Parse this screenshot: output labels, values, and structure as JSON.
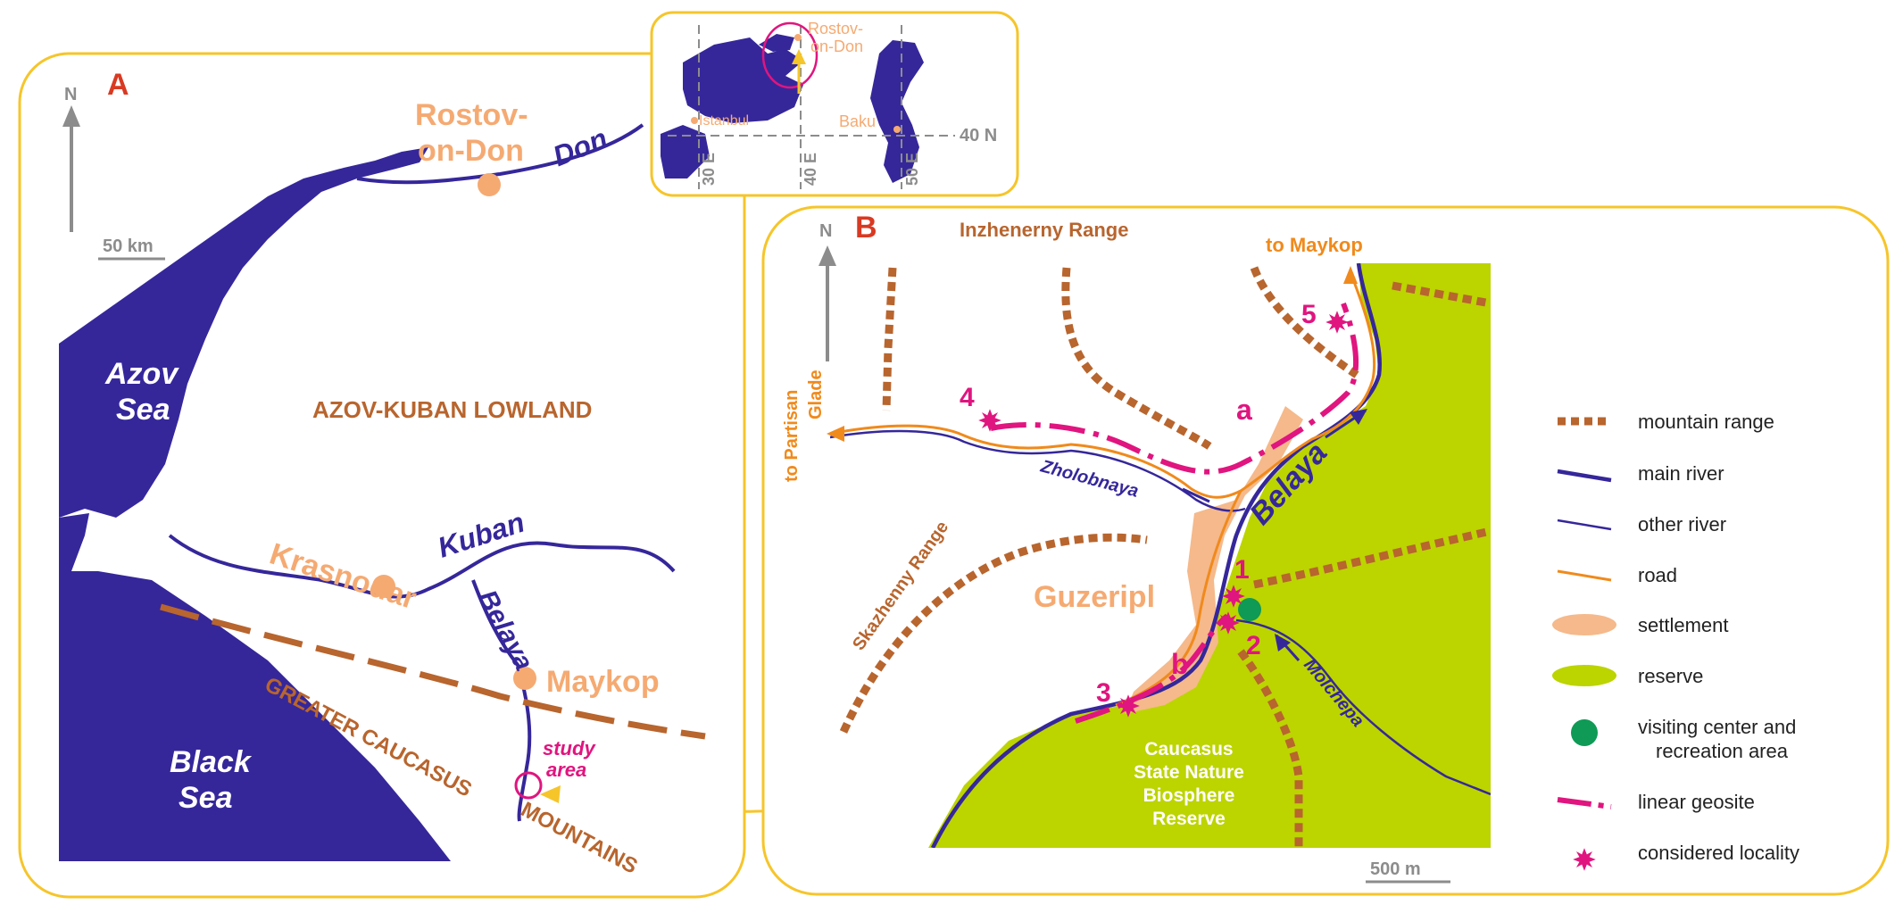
{
  "panel_a": {
    "letter": "A",
    "north": "N",
    "scale": "50 km",
    "cities": [
      "Rostov-",
      "on-Don",
      "Krasnodar",
      "Maykop"
    ],
    "rivers": [
      "Don",
      "Kuban",
      "Belaya"
    ],
    "seas": [
      "Azov",
      "Sea",
      "Black",
      "Sea"
    ],
    "lowland": "AZOV-KUBAN LOWLAND",
    "mountains": [
      "GREATER CAUCASUS",
      "MOUNTAINS"
    ],
    "study_area": [
      "study",
      "area"
    ]
  },
  "inset": {
    "cities": [
      "Rostov-",
      "on-Don",
      "Istanbul",
      "Baku"
    ],
    "lat": "40 N",
    "lons": [
      "30 E",
      "40 E",
      "50 E"
    ]
  },
  "panel_b": {
    "letter": "B",
    "north": "N",
    "scale": "500 m",
    "ranges": [
      "Inzhenerny Range",
      "Skazhenny Range"
    ],
    "roads": [
      "to Maykop",
      "to Partisan",
      "Glade"
    ],
    "rivers": [
      "Belaya",
      "Zholobnaya",
      "Molchepa"
    ],
    "settlement": "Guzeripl",
    "reserve": [
      "Caucasus",
      "State Nature",
      "Biosphere",
      "Reserve"
    ],
    "localities": [
      "1",
      "2",
      "3",
      "4",
      "5"
    ],
    "geosites": [
      "a",
      "b"
    ]
  },
  "legend": [
    {
      "label": "mountain range",
      "symbol": "mountain-range"
    },
    {
      "label": "main river",
      "symbol": "main-river"
    },
    {
      "label": "other river",
      "symbol": "other-river"
    },
    {
      "label": "road",
      "symbol": "road"
    },
    {
      "label": "settlement",
      "symbol": "settlement"
    },
    {
      "label": "reserve",
      "symbol": "reserve"
    },
    {
      "label": "visiting center and",
      "label2": "recreation area",
      "symbol": "visiting-center"
    },
    {
      "label": "linear geosite",
      "symbol": "linear-geosite"
    },
    {
      "label": "considered locality",
      "symbol": "considered-locality"
    }
  ],
  "colors": {
    "water": "#35279a",
    "reserve": "#bcd400",
    "settlement": "#f5b98b",
    "road": "#f08a1c",
    "geosite": "#e0157f",
    "range": "#b8652e",
    "frame": "#f6c52a",
    "visiting_center": "#0f9a55"
  }
}
